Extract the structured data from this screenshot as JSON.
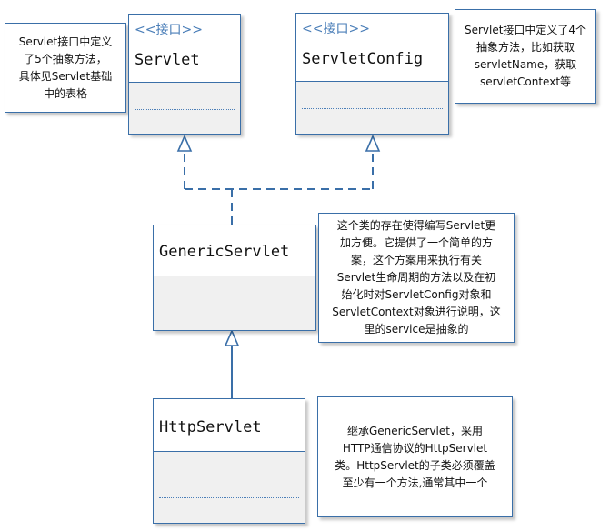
{
  "classes": {
    "servlet": {
      "stereotype": "<<接口>>",
      "name": "Servlet"
    },
    "servlet_config": {
      "stereotype": "<<接口>>",
      "name": "ServletConfig"
    },
    "generic_servlet": {
      "name": "GenericServlet"
    },
    "http_servlet": {
      "name": "HttpServlet"
    }
  },
  "notes": {
    "servlet_note": [
      "Servlet接口中定义",
      "了5个抽象方法，",
      "具体见Servlet基础",
      "中的表格"
    ],
    "servlet_config_note": [
      "Servlet接口中定义了4个",
      "抽象方法，比如获取",
      "servletName，获取",
      "servletContext等"
    ],
    "generic_servlet_note": [
      "这个类的存在使得编写Servlet更",
      "加方便。它提供了一个简单的方",
      "案，这个方案用来执行有关",
      "Servlet生命周期的方法以及在初",
      "始化时对ServletConfig对象和",
      "ServletContext对象进行说明，这",
      "里的service是抽象的"
    ],
    "http_servlet_note": [
      "继承GenericServlet，采用",
      "HTTP通信协议的HttpServlet",
      "类。HttpServlet的子类必须覆盖",
      "至少有一个方法,通常其中一个"
    ]
  },
  "colors": {
    "border": "#3a6fa8",
    "stereotype_text": "#4a7eb8",
    "compartment_fill": "#f0f0f0",
    "connector": "#3a6fa8"
  }
}
